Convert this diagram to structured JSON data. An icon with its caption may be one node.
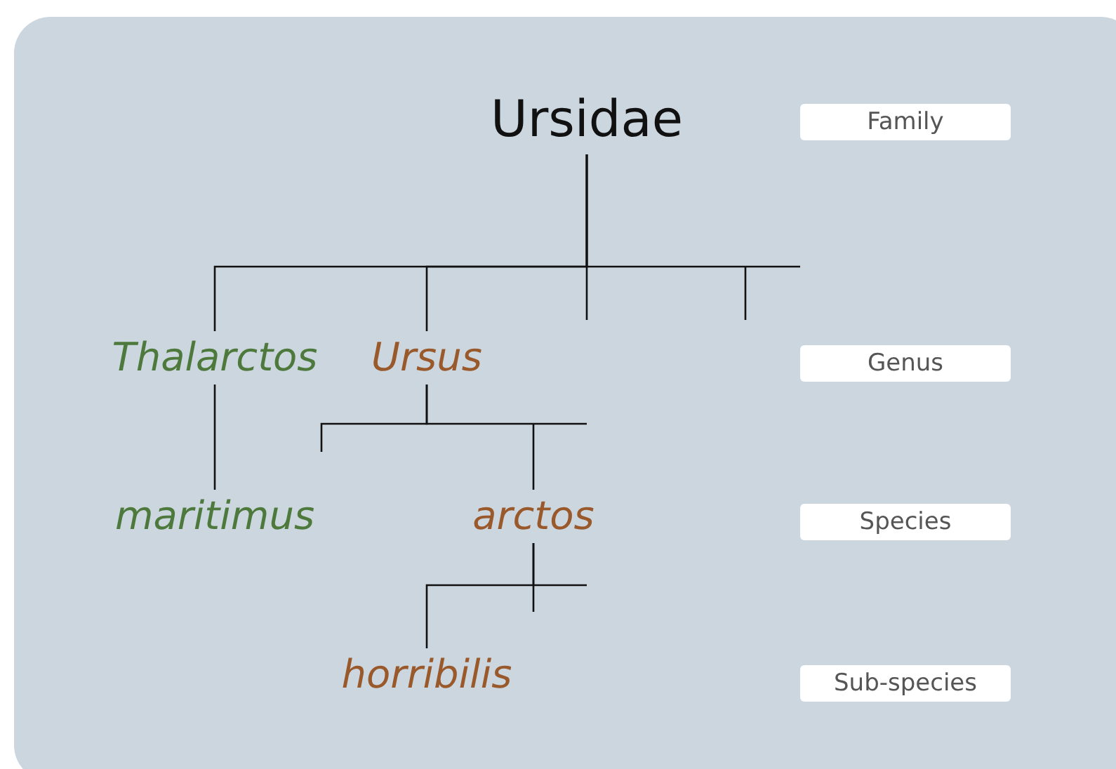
{
  "diagram": {
    "nodes": [
      {
        "text": [
          "Ursidae"
        ]
      },
      {
        "text": [
          "Family"
        ]
      },
      {
        "text": [
          "Thalarctos"
        ]
      },
      {
        "text": [
          "Ursus"
        ]
      },
      {
        "text": [
          "Genus"
        ]
      },
      {
        "text": [
          "maritimus"
        ]
      },
      {
        "text": [
          "arctos"
        ]
      },
      {
        "text": [
          "Species"
        ]
      },
      {
        "text": [
          "horribilis"
        ]
      },
      {
        "text": [
          "Sub-species"
        ]
      }
    ],
    "edges": [
      {
        "from": 0,
        "to": 2,
        "arrow": "none"
      },
      {
        "from": 0,
        "to": 3,
        "arrow": "none"
      },
      {
        "from": 0,
        "to": null,
        "arrow": "none"
      },
      {
        "from": 0,
        "to": null,
        "arrow": "none"
      },
      {
        "from": 2,
        "to": 5,
        "arrow": "none"
      },
      {
        "from": 3,
        "to": null,
        "arrow": "none"
      },
      {
        "from": 3,
        "to": 6,
        "arrow": "none"
      },
      {
        "from": 6,
        "to": 8,
        "arrow": "none"
      },
      {
        "from": 6,
        "to": null,
        "arrow": "none"
      }
    ]
  }
}
